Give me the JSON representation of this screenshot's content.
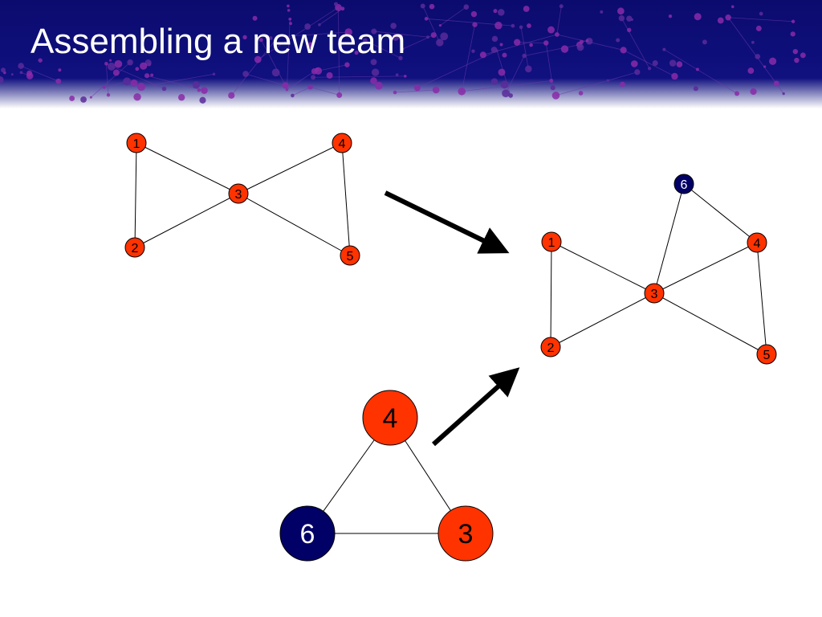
{
  "slide": {
    "title": "Assembling a new team"
  },
  "colors": {
    "header_top": "#0b0b6e",
    "header_bottom": "#ffffff",
    "node_red": "#ff3300",
    "node_navy": "#000066",
    "edge": "#000000",
    "arrow": "#000000"
  },
  "graphs": {
    "original_team": {
      "nodes": [
        "1",
        "2",
        "3",
        "4",
        "5"
      ],
      "edges": [
        [
          "1",
          "2"
        ],
        [
          "1",
          "3"
        ],
        [
          "2",
          "3"
        ],
        [
          "3",
          "4"
        ],
        [
          "3",
          "5"
        ],
        [
          "4",
          "5"
        ]
      ]
    },
    "new_team": {
      "nodes": [
        "1",
        "2",
        "3",
        "4",
        "5",
        "6"
      ],
      "edges": [
        [
          "1",
          "2"
        ],
        [
          "1",
          "3"
        ],
        [
          "2",
          "3"
        ],
        [
          "3",
          "4"
        ],
        [
          "3",
          "5"
        ],
        [
          "4",
          "5"
        ],
        [
          "6",
          "3"
        ],
        [
          "6",
          "4"
        ]
      ]
    },
    "joining_group": {
      "nodes": [
        "4",
        "6",
        "3"
      ],
      "edges": [
        [
          "4",
          "6"
        ],
        [
          "4",
          "3"
        ],
        [
          "6",
          "3"
        ]
      ]
    }
  },
  "node_colors": {
    "1": "node_red",
    "2": "node_red",
    "3": "node_red",
    "4": "node_red",
    "5": "node_red",
    "6": "node_navy"
  },
  "arrows": [
    {
      "name": "arrow-original-to-new"
    },
    {
      "name": "arrow-group-to-new"
    }
  ]
}
